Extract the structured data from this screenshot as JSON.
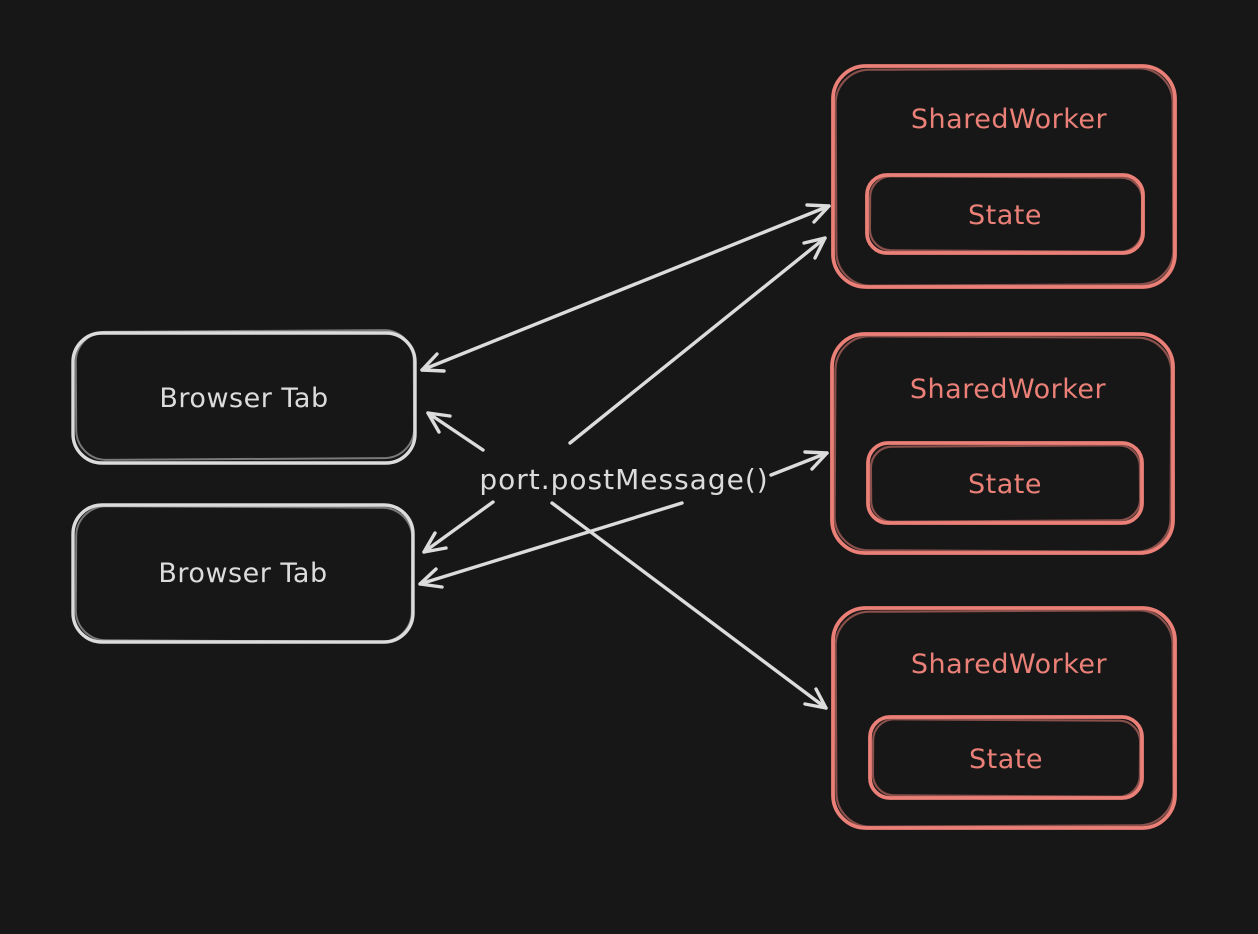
{
  "diagram": {
    "colors": {
      "background": "#171717",
      "light": "#dcdcdc",
      "accent": "#ea8077"
    },
    "center_label": "port.postMessage()",
    "browser_tabs": [
      {
        "label": "Browser Tab"
      },
      {
        "label": "Browser Tab"
      }
    ],
    "workers": [
      {
        "label": "SharedWorker",
        "state": "State"
      },
      {
        "label": "SharedWorker",
        "state": "State"
      },
      {
        "label": "SharedWorker",
        "state": "State"
      }
    ],
    "connections": [
      {
        "from": "browser-tab-1",
        "to": "shared-worker-1",
        "bidirectional": true
      },
      {
        "from": "center-label",
        "to": "shared-worker-1",
        "bidirectional": false
      },
      {
        "from": "center-label",
        "to": "shared-worker-2",
        "bidirectional": false
      },
      {
        "from": "center-label",
        "to": "shared-worker-3",
        "bidirectional": false
      },
      {
        "from": "center-label",
        "to": "browser-tab-1",
        "bidirectional": false
      },
      {
        "from": "center-label",
        "to": "browser-tab-2",
        "bidirectional": false
      },
      {
        "from": "center-label",
        "to": "browser-tab-2",
        "bidirectional": false
      }
    ]
  }
}
